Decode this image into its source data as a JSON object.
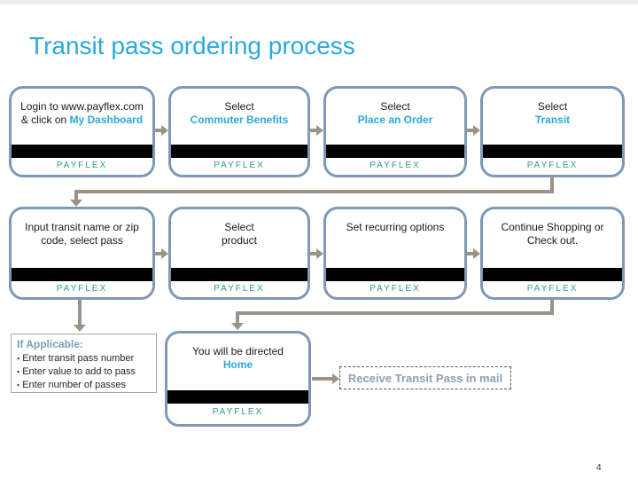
{
  "slide": {
    "title": "Transit pass ordering process",
    "page_number": "4"
  },
  "colors": {
    "title_color": "#2BA9DC",
    "highlight_color": "#2BA9DC",
    "box_border_color": "#7E99B5",
    "logo_color": "#2D9B92",
    "bar_color": "#000000",
    "arrow_color": "#9C9286",
    "applicable_heading_color": "#7F9DB9",
    "bullet_color": "#993300",
    "mail_text_color": "#8CA0B3"
  },
  "flow": {
    "login": {
      "text": "Login to www.payflex.com\n& click on ",
      "highlight": "My Dashboard",
      "logo": "PAYFLEX"
    },
    "commuter": {
      "text": "Select",
      "highlight": "Commuter Benefits",
      "logo": "PAYFLEX"
    },
    "place_order": {
      "text": "Select",
      "highlight": "Place an Order",
      "logo": "PAYFLEX"
    },
    "transit": {
      "text": "Select",
      "highlight": "Transit",
      "logo": "PAYFLEX"
    },
    "input_transit": {
      "text": "Input transit name or zip\ncode, select pass",
      "logo": "PAYFLEX"
    },
    "select_product": {
      "text": "Select\nproduct",
      "logo": "PAYFLEX"
    },
    "recurring": {
      "text": "Set recurring options",
      "logo": "PAYFLEX"
    },
    "continue_checkout": {
      "text": "Continue Shopping or\nCheck out.",
      "logo": "PAYFLEX"
    },
    "directed_home": {
      "text": "You will be directed",
      "highlight": "Home",
      "logo": "PAYFLEX"
    }
  },
  "if_applicable": {
    "heading": "If Applicable:",
    "items": [
      "Enter transit pass number",
      "Enter value to add to pass",
      "Enter number of passes"
    ]
  },
  "receive_mail": {
    "text": "Receive Transit Pass in mail"
  }
}
